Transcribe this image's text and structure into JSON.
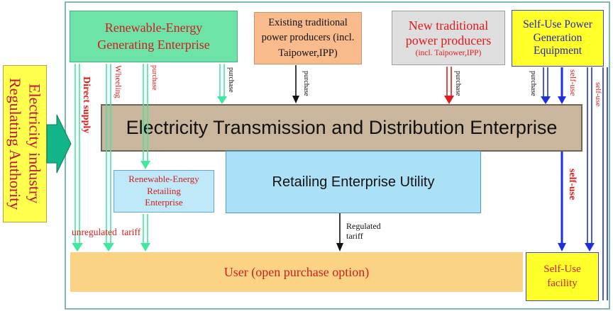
{
  "regulator": {
    "label": "Electricity industry\nRegulating Authority"
  },
  "renewable_gen": {
    "label": "Renewable-Energy\nGenerating Enterprise"
  },
  "existing": {
    "label": "Existing traditional\npower producers (incl.\nTaipower,IPP)"
  },
  "new_traditional": {
    "title": "New traditional\npower producers",
    "subtitle": "(incl. Taipower,IPP)"
  },
  "self_gen": {
    "label": "Self-Use Power\nGeneration\nEquipment"
  },
  "tde": {
    "label": "Electricity Transmission and Distribution Enterprise"
  },
  "renew_retail": {
    "label": "Renewable-Energy\nRetailing\nEnterprise"
  },
  "retail_utility": {
    "label": "Retailing Enterprise Utility"
  },
  "user": {
    "label": "User (open purchase option)"
  },
  "self_use_facility": {
    "label": "Self-Use\nfacility"
  },
  "labels": {
    "direct_supply": "Direct supply",
    "wheeling": "Wheeling",
    "purchase": "purchase",
    "self_use": "self-use",
    "unregulated_tariff": "unregulated  tariff",
    "regulated_tariff": "Regulated\ntariff"
  },
  "colors": {
    "green_arrow": "#3fe9a0",
    "red_arrow": "#e21b1b",
    "blue_arrow": "#1f2ee0",
    "black_arrow": "#111111"
  }
}
